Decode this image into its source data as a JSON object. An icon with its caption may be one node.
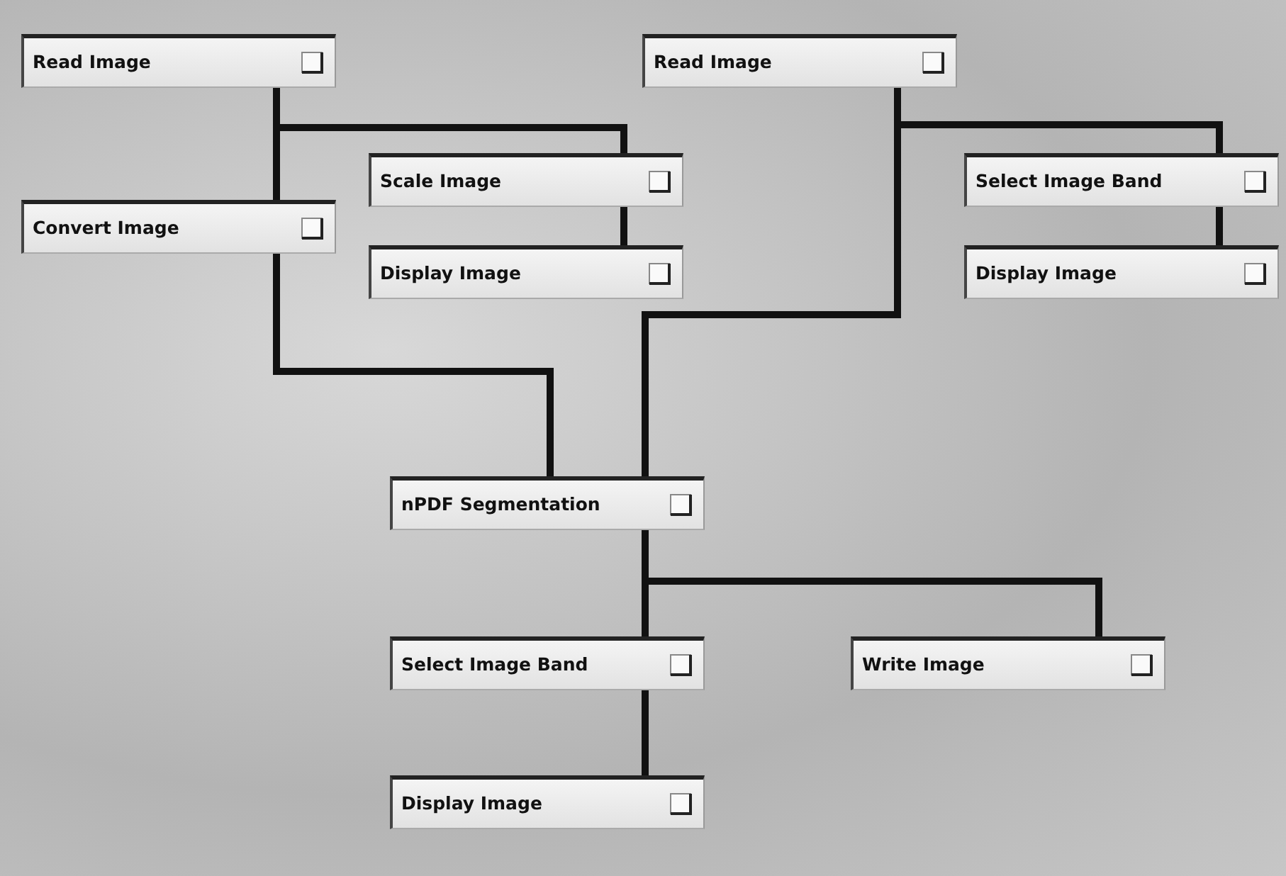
{
  "diagram": {
    "nodes": [
      {
        "text": [
          "Read Image"
        ]
      },
      {
        "text": [
          "Read Image"
        ]
      },
      {
        "text": [
          "Scale Image"
        ]
      },
      {
        "text": [
          "Select Image Band"
        ]
      },
      {
        "text": [
          "Convert Image"
        ]
      },
      {
        "text": [
          "Display Image"
        ]
      },
      {
        "text": [
          "Display Image"
        ]
      },
      {
        "text": [
          "nPDF Segmentation"
        ]
      },
      {
        "text": [
          "Select Image Band"
        ]
      },
      {
        "text": [
          "Write Image"
        ]
      },
      {
        "text": [
          "Display Image"
        ]
      }
    ],
    "edges": [
      {
        "from": 0,
        "to": 4,
        "arrow": "none"
      },
      {
        "from": 0,
        "to": 2,
        "arrow": "none"
      },
      {
        "from": 1,
        "to": 3,
        "arrow": "none"
      },
      {
        "from": 1,
        "to": 7,
        "arrow": "none"
      },
      {
        "from": 2,
        "to": 5,
        "arrow": "none"
      },
      {
        "from": 3,
        "to": 6,
        "arrow": "none"
      },
      {
        "from": 4,
        "to": 7,
        "arrow": "none"
      },
      {
        "from": 7,
        "to": 8,
        "arrow": "none"
      },
      {
        "from": 7,
        "to": 9,
        "arrow": "none"
      },
      {
        "from": 8,
        "to": 10,
        "arrow": "none"
      }
    ]
  }
}
